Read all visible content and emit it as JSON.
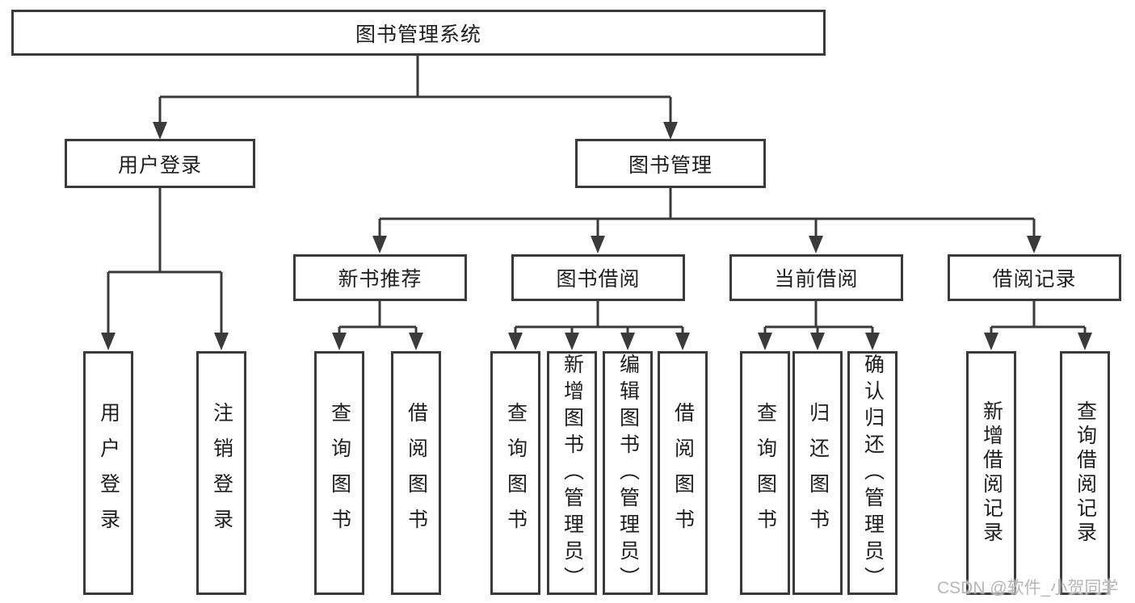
{
  "diagram": {
    "tree": {
      "label": "图书管理系统",
      "children": [
        {
          "label": "用户登录",
          "children": [
            {
              "label": "用户登录"
            },
            {
              "label": "注销登录"
            }
          ]
        },
        {
          "label": "图书管理",
          "children": [
            {
              "label": "新书推荐",
              "children": [
                {
                  "label": "查询图书"
                },
                {
                  "label": "借阅图书"
                }
              ]
            },
            {
              "label": "图书借阅",
              "children": [
                {
                  "label": "查询图书"
                },
                {
                  "label": "新增图书（管理员）"
                },
                {
                  "label": "编辑图书（管理员）"
                },
                {
                  "label": "借阅图书"
                }
              ]
            },
            {
              "label": "当前借阅",
              "children": [
                {
                  "label": "查询图书"
                },
                {
                  "label": "归还图书"
                },
                {
                  "label": "确认归还（管理员）"
                }
              ]
            },
            {
              "label": "借阅记录",
              "children": [
                {
                  "label": "新增借阅记录"
                },
                {
                  "label": "查询借阅记录"
                }
              ]
            }
          ]
        }
      ]
    },
    "colors": {
      "line": "#3a3a3a",
      "box_background": "#ffffff",
      "text": "#1e1e1e"
    }
  },
  "watermark": {
    "text": "CSDN @软件_小贺同学",
    "color": "#b7b7b7"
  }
}
